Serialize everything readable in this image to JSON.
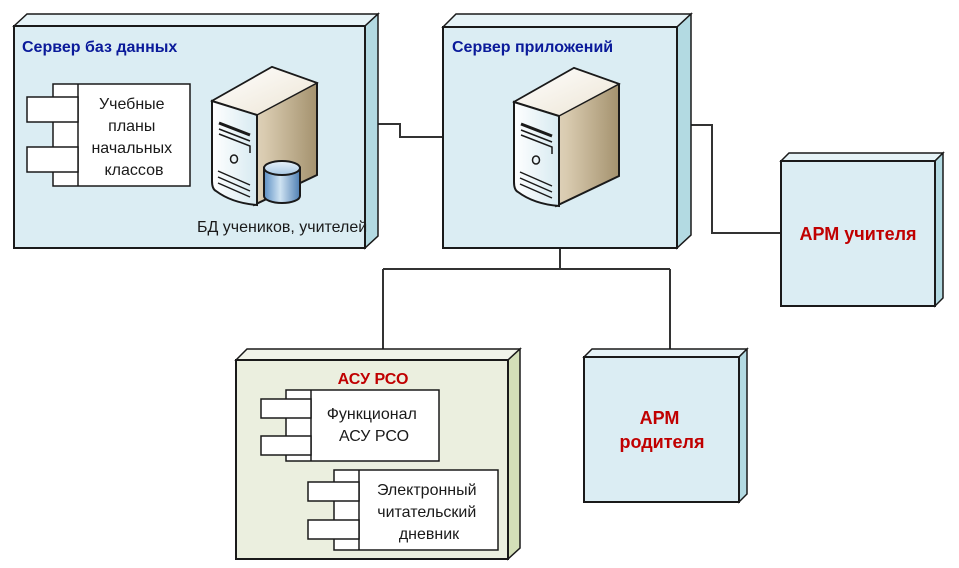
{
  "diagram": {
    "type": "UML deployment diagram",
    "nodes": {
      "db_server": {
        "title": "Сервер баз данных",
        "component": [
          "Учебные",
          "планы",
          "начальных",
          "классов"
        ],
        "database_label": "БД учеников, учителей",
        "icons": [
          "server-icon",
          "database-icon"
        ]
      },
      "app_server": {
        "title": "Сервер приложений",
        "icons": [
          "server-icon"
        ]
      },
      "teacher_ws": {
        "title": "АРМ учителя"
      },
      "parent_ws": {
        "title_lines": [
          "АРМ",
          "родителя"
        ]
      },
      "asu_rso": {
        "title": "АСУ РСО",
        "components": [
          {
            "lines": [
              "Функционал",
              "АСУ РСО"
            ]
          },
          {
            "lines": [
              "Электронный",
              "читательский",
              "дневник"
            ]
          }
        ]
      }
    },
    "connections": [
      {
        "from": "Сервер баз данных",
        "to": "Сервер приложений"
      },
      {
        "from": "Сервер приложений",
        "to": "АРМ учителя"
      },
      {
        "from": "Сервер приложений",
        "to": "АСУ РСО"
      },
      {
        "from": "Сервер приложений",
        "to": "АРМ родителя"
      }
    ],
    "colors": {
      "node_fill_blue": "#dbedf3",
      "node_fill_green": "#ebefdf",
      "title_blue": "#0a1a9a",
      "title_red": "#c00000"
    }
  }
}
